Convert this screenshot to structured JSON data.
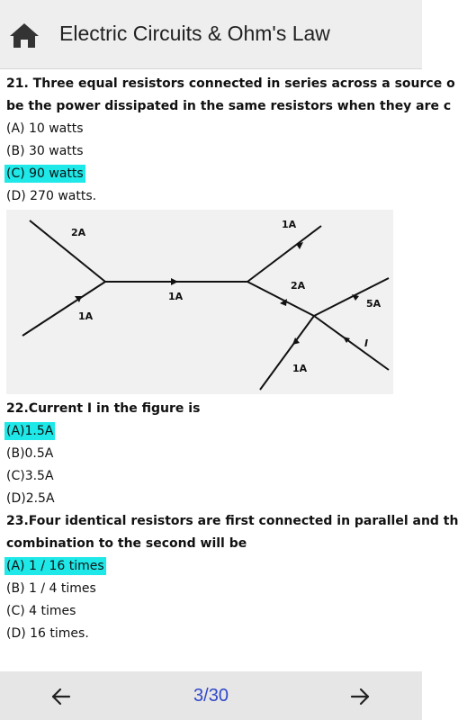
{
  "header": {
    "title": "Electric Circuits & Ohm's Law"
  },
  "questions": [
    {
      "lines": [
        "21. Three equal resistors connected in series across a source o",
        "be the power dissipated in the same resistors when they are c"
      ],
      "options": [
        "(A) 10 watts",
        "(B) 30 watts",
        "(C) 90 watts",
        "(D) 270 watts."
      ],
      "highlighted": 2
    },
    {
      "lines": [
        "22.Current I in the figure is"
      ],
      "options": [
        "(A)1.5A",
        "(B)0.5A",
        "(C)3.5A",
        "(D)2.5A"
      ],
      "highlighted": 0
    },
    {
      "lines": [
        "23.Four identical resistors are first connected in parallel and th",
        "combination to the second will be"
      ],
      "options": [
        "(A) 1 / 16 times",
        "(B) 1 / 4 times",
        "(C) 4 times",
        "(D) 16 times."
      ],
      "highlighted": 0
    }
  ],
  "figure_labels": {
    "top_left": "2A",
    "left_bottom": "1A",
    "middle": "1A",
    "top_right": "1A",
    "mid_right": "2A",
    "far_right": "5A",
    "current_i": "I",
    "bottom": "1A"
  },
  "pager": {
    "current": "3",
    "total": "/30"
  },
  "icons": {
    "home": "home-icon",
    "prev": "arrow-left-icon",
    "next": "arrow-right-icon"
  }
}
